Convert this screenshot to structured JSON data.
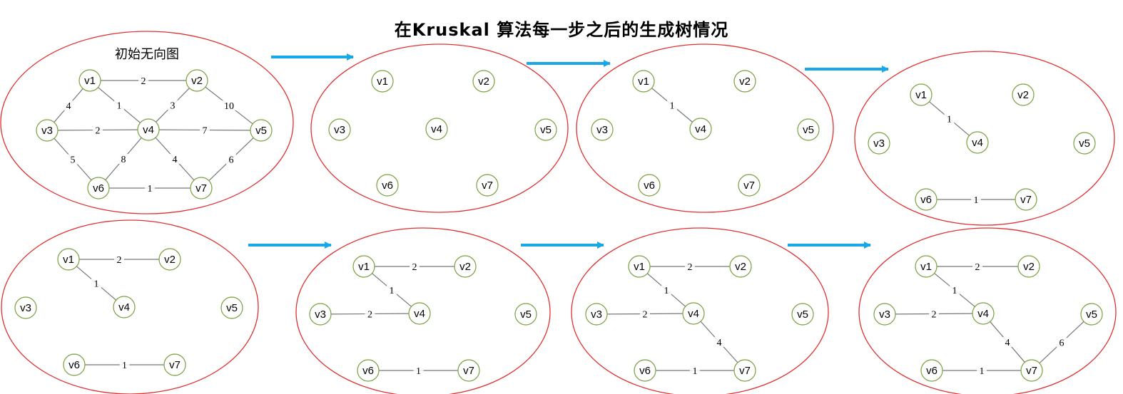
{
  "title": "在Kruskal  算法每一步之后的生成树情况",
  "colors": {
    "ellipse": "#e03030",
    "node_stroke": "#7aa040",
    "edge": "#777777",
    "arrow": "#18a8e8",
    "text": "#000000"
  },
  "panels": [
    {
      "label": "初始无向图",
      "edges": [
        [
          "v1",
          "v2",
          "2"
        ],
        [
          "v1",
          "v3",
          "4"
        ],
        [
          "v1",
          "v4",
          "1"
        ],
        [
          "v2",
          "v4",
          "3"
        ],
        [
          "v2",
          "v5",
          "10"
        ],
        [
          "v3",
          "v4",
          "2"
        ],
        [
          "v4",
          "v5",
          "7"
        ],
        [
          "v3",
          "v6",
          "5"
        ],
        [
          "v4",
          "v6",
          "8"
        ],
        [
          "v4",
          "v7",
          "4"
        ],
        [
          "v5",
          "v7",
          "6"
        ],
        [
          "v6",
          "v7",
          "1"
        ]
      ]
    },
    {
      "label": "",
      "edges": []
    },
    {
      "label": "",
      "edges": [
        [
          "v1",
          "v4",
          "1"
        ]
      ]
    },
    {
      "label": "",
      "edges": [
        [
          "v1",
          "v4",
          "1"
        ],
        [
          "v6",
          "v7",
          "1"
        ]
      ]
    },
    {
      "label": "",
      "edges": [
        [
          "v1",
          "v2",
          "2"
        ],
        [
          "v1",
          "v4",
          "1"
        ],
        [
          "v6",
          "v7",
          "1"
        ]
      ]
    },
    {
      "label": "",
      "edges": [
        [
          "v1",
          "v2",
          "2"
        ],
        [
          "v1",
          "v4",
          "1"
        ],
        [
          "v3",
          "v4",
          "2"
        ],
        [
          "v6",
          "v7",
          "1"
        ]
      ]
    },
    {
      "label": "",
      "edges": [
        [
          "v1",
          "v2",
          "2"
        ],
        [
          "v1",
          "v4",
          "1"
        ],
        [
          "v3",
          "v4",
          "2"
        ],
        [
          "v4",
          "v7",
          "4"
        ],
        [
          "v6",
          "v7",
          "1"
        ]
      ]
    },
    {
      "label": "",
      "edges": [
        [
          "v1",
          "v2",
          "2"
        ],
        [
          "v1",
          "v4",
          "1"
        ],
        [
          "v3",
          "v4",
          "2"
        ],
        [
          "v4",
          "v7",
          "4"
        ],
        [
          "v5",
          "v7",
          "6"
        ],
        [
          "v6",
          "v7",
          "1"
        ]
      ]
    }
  ]
}
